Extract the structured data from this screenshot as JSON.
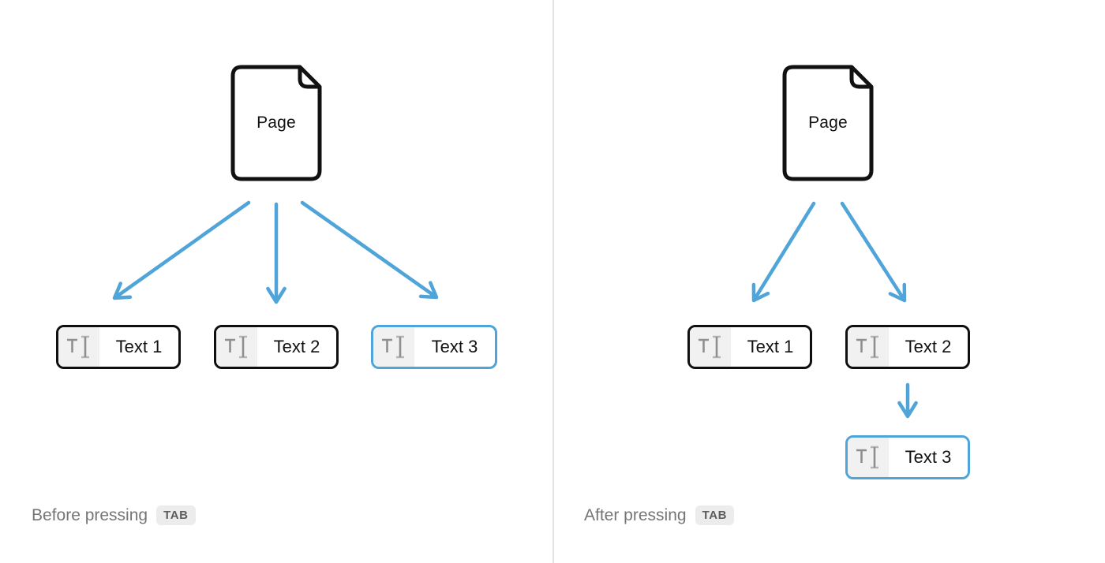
{
  "colors": {
    "accent_blue": "#4fa4d9",
    "block_border": "#0f0f0f",
    "icon_gray": "#8f8f8f",
    "icon_serif_gray": "#b5b5b5",
    "icon_cell_bg": "#f1f1f1",
    "caption_gray": "#757575",
    "key_bg": "#ececec",
    "key_text": "#5d5d5d",
    "divider": "#e2e2e2"
  },
  "icons": {
    "page": "document-icon",
    "text_block": "text-cursor-icon"
  },
  "panels": [
    {
      "caption": "Before pressing",
      "key": "TAB",
      "page_label": "Page",
      "blocks": [
        {
          "label": "Text 1",
          "highlighted": false
        },
        {
          "label": "Text 2",
          "highlighted": false
        },
        {
          "label": "Text 3",
          "highlighted": true
        }
      ]
    },
    {
      "caption": "After pressing",
      "key": "TAB",
      "page_label": "Page",
      "blocks": [
        {
          "label": "Text 1",
          "highlighted": false
        },
        {
          "label": "Text 2",
          "highlighted": false
        },
        {
          "label": "Text 3",
          "highlighted": true
        }
      ]
    }
  ]
}
